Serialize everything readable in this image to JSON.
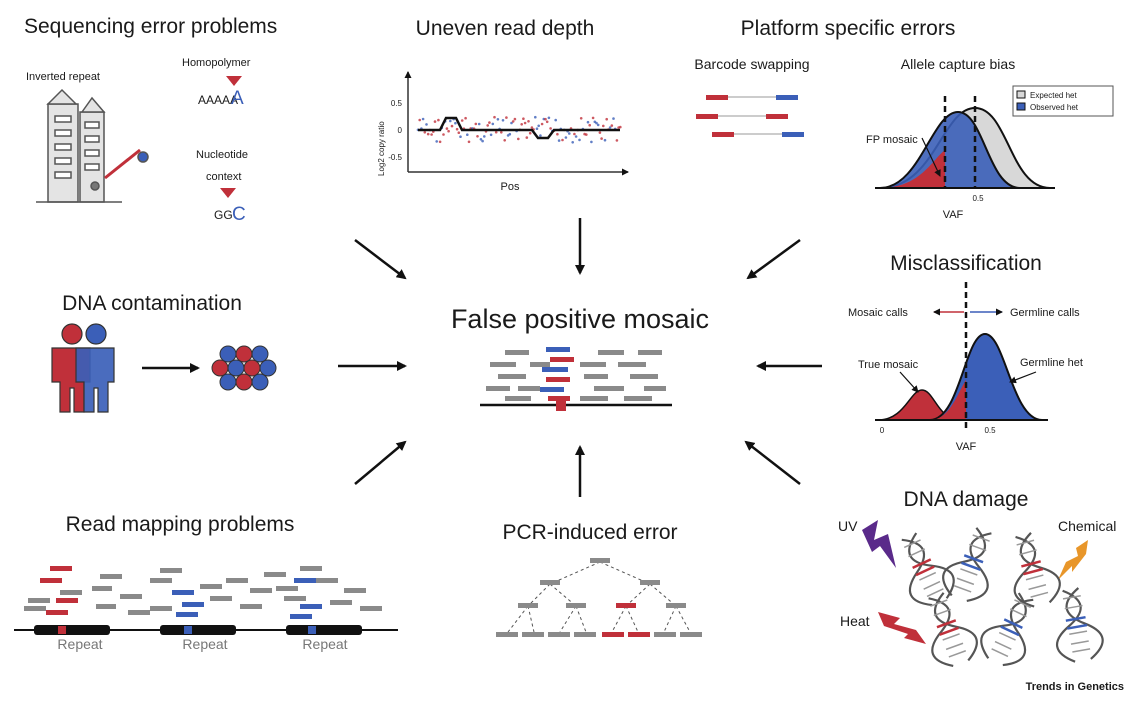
{
  "center": {
    "title": "False positive mosaic"
  },
  "panels": {
    "sequencing": {
      "title": "Sequencing error problems",
      "inverted_repeat": "Inverted repeat",
      "homopolymer": "Homopolymer",
      "homopolymer_seq": "AAAAA",
      "homopolymer_var": "A",
      "nucleotide_context_1": "Nucleotide",
      "nucleotide_context_2": "context",
      "context_seq": "GG",
      "context_var": "C"
    },
    "read_depth": {
      "title": "Uneven read depth",
      "ylabel": "Log2 copy  ratio",
      "xlabel": "Pos",
      "ticks": [
        "0.5",
        "0",
        "-0.5"
      ]
    },
    "platform": {
      "title": "Platform specific errors",
      "barcode": "Barcode swapping",
      "allele_bias": "Allele capture bias",
      "legend_expected": "Expected het",
      "legend_observed": "Observed het",
      "fp_mosaic": "FP mosaic",
      "tick_05": "0.5",
      "xlabel": "VAF"
    },
    "misclassification": {
      "title": "Misclassification",
      "mosaic_calls": "Mosaic calls",
      "germline_calls": "Germline calls",
      "true_mosaic": "True mosaic",
      "germline_het": "Germline het",
      "tick_0": "0",
      "tick_05": "0.5",
      "xlabel": "VAF"
    },
    "contamination": {
      "title": "DNA contamination"
    },
    "mapping": {
      "title": "Read mapping problems",
      "repeat_labels": [
        "Repeat",
        "Repeat",
        "Repeat"
      ]
    },
    "pcr": {
      "title": "PCR-induced error"
    },
    "damage": {
      "title": "DNA damage",
      "uv": "UV",
      "chemical": "Chemical",
      "heat": "Heat"
    }
  },
  "credit": "Trends in Genetics",
  "colors": {
    "red": "#c0303a",
    "blue": "#3b5fb8",
    "gray": "#8a8a8a",
    "purple": "#5a2a8a",
    "orange": "#e8962a"
  }
}
